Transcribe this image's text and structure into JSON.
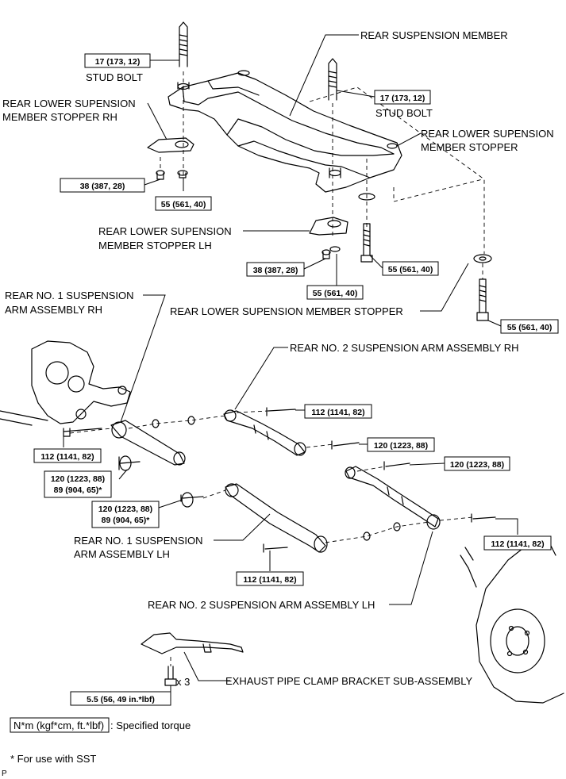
{
  "labels": {
    "rear_suspension_member": "REAR SUSPENSION MEMBER",
    "stud_bolt_left": "STUD BOLT",
    "stud_bolt_right": "STUD BOLT",
    "stopper_rh_line1": "REAR LOWER SUPENSION",
    "stopper_rh_line2": "MEMBER STOPPER RH",
    "stopper_line1": "REAR LOWER SUPENSION",
    "stopper_line2": "MEMBER STOPPER",
    "stopper_lh_line1": "REAR LOWER SUPENSION",
    "stopper_lh_line2": "MEMBER STOPPER LH",
    "stopper_lower": "REAR LOWER SUPENSION MEMBER STOPPER",
    "arm1_rh_line1": "REAR NO. 1 SUSPENSION",
    "arm1_rh_line2": "ARM ASSEMBLY RH",
    "arm2_rh": "REAR NO. 2 SUSPENSION ARM ASSEMBLY RH",
    "arm1_lh_line1": "REAR NO. 1 SUSPENSION",
    "arm1_lh_line2": "ARM ASSEMBLY LH",
    "arm2_lh": "REAR NO. 2 SUSPENSION ARM ASSEMBLY LH",
    "exhaust_bracket": "EXHAUST PIPE CLAMP BRACKET SUB-ASSEMBLY",
    "times_3": "x 3"
  },
  "torques": {
    "stud_left": "17 (173, 12)",
    "stud_right": "17 (173, 12)",
    "nut_rh_38": "38 (387, 28)",
    "bolt_rh_55": "55 (561, 40)",
    "nut_lh_38": "38 (387, 28)",
    "bolt_lh_55": "55 (561, 40)",
    "bolt_center_55": "55 (561, 40)",
    "bolt_right_55": "55 (561, 40)",
    "arm2_rh_112": "112 (1141, 82)",
    "arm2_rh_120": "120 (1223, 88)",
    "arm1_rh_112": "112 (1141, 82)",
    "arm1_rh_120_line1": "120 (1223, 88)",
    "arm1_rh_120_line2": "89 (904, 65)*",
    "arm2_lh_120": "120 (1223, 88)",
    "arm1_lh_120_line1": "120 (1223, 88)",
    "arm1_lh_120_line2": "89 (904, 65)*",
    "arm2_lh_112": "112 (1141, 82)",
    "arm1_lh_112": "112 (1141, 82)",
    "bracket_55": "5.5 (56, 49 in.*lbf)"
  },
  "legend": {
    "unit_box": "N*m (kgf*cm, ft.*lbf)",
    "unit_desc": ": Specified torque",
    "sst_note": "* For use with SST"
  },
  "footer": {
    "corner_mark": "P"
  }
}
